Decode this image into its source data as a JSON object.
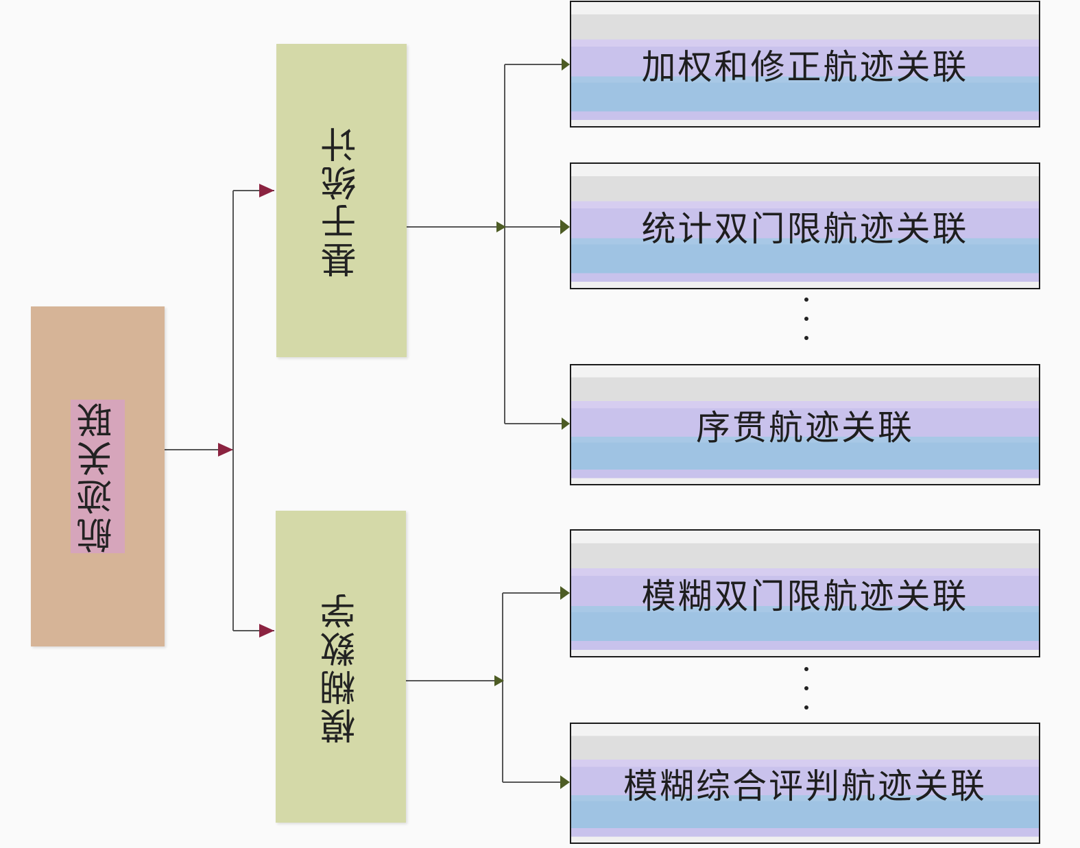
{
  "diagram": {
    "root": {
      "label": "航迹关联"
    },
    "categories": [
      {
        "label": "基于统计"
      },
      {
        "label": "模糊数学"
      }
    ],
    "leaves": [
      {
        "label": "加权和修正航迹关联"
      },
      {
        "label": "统计双门限航迹关联"
      },
      {
        "label": "序贯航迹关联"
      },
      {
        "label": "模糊双门限航迹关联"
      },
      {
        "label": "模糊综合评判航迹关联"
      }
    ]
  },
  "colors": {
    "root_box": "#d6b497",
    "category_box": "#d4d9a8",
    "leaf_fill": "#c9c2ec",
    "leaf_band": "#9fc3e3",
    "arrow_root": "#8b2340",
    "arrow_category": "#4d5c24"
  }
}
